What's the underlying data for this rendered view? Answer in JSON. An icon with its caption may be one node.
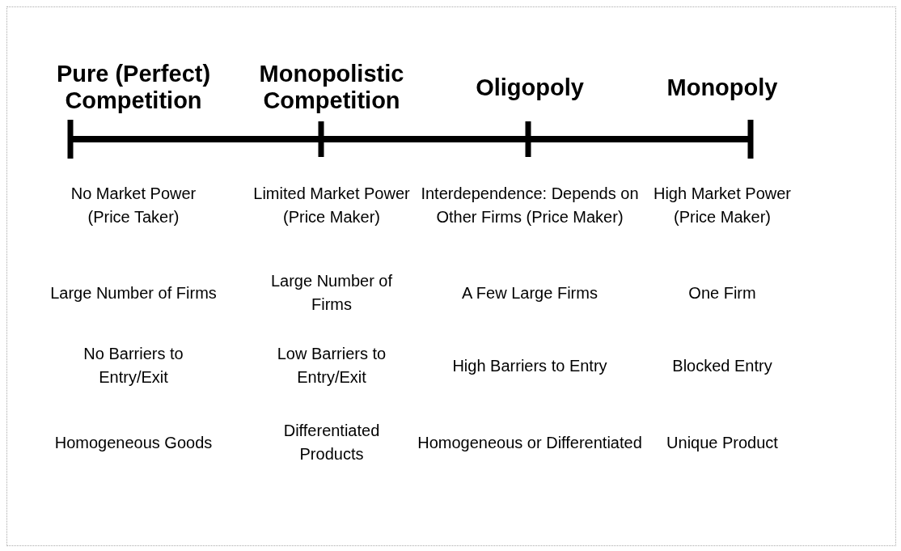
{
  "diagram": {
    "labels": [
      "Pure (Perfect) Competition",
      "Monopolistic Competition",
      "Oligopoly",
      "Monopoly",
      "No Market Power (Price Taker)",
      "Limited Market Power (Price Maker)",
      "Interdependence: Depends on Other Firms (Price Maker)",
      "High Market Power (Price Maker)",
      "Large Number of Firms",
      "Large Number of Firms",
      "A Few Large Firms",
      "One Firm",
      "No Barriers to Entry/Exit",
      "Low Barriers to Entry/Exit",
      "High Barriers to Entry",
      "Blocked Entry",
      "Homogeneous Goods",
      "Differentiated Products",
      "Homogeneous or Differentiated",
      "Unique Product"
    ]
  }
}
